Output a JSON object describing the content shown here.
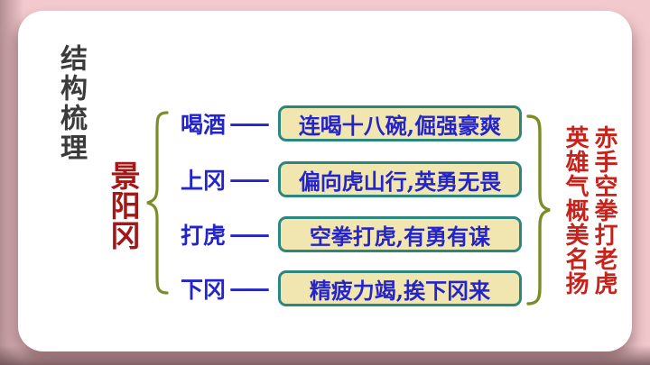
{
  "slide": {
    "title": "结构梳理",
    "topic": "景阳冈"
  },
  "diagram": {
    "connector": "——",
    "rows": [
      {
        "label": "喝酒",
        "detail": "连喝十八碗,倔强豪爽"
      },
      {
        "label": "上冈",
        "detail": "偏向虎山行,英勇无畏"
      },
      {
        "label": "打虎",
        "detail": "空拳打虎,有勇有谋"
      },
      {
        "label": "下冈",
        "detail": "精疲力竭,挨下冈来"
      }
    ],
    "conclusions": [
      "赤手空拳打老虎",
      "英雄气概美名扬"
    ]
  },
  "colors": {
    "background_pink": "#f2c9cd",
    "card_white": "#ffffff",
    "title_dark": "#3b3b3b",
    "topic_red": "#a51616",
    "item_blue": "#2424cc",
    "box_fill": "#f1e6b0",
    "box_border_teal": "#2b8680",
    "brace_olive": "#7e8c28",
    "conclusion_red": "#c5231b"
  }
}
